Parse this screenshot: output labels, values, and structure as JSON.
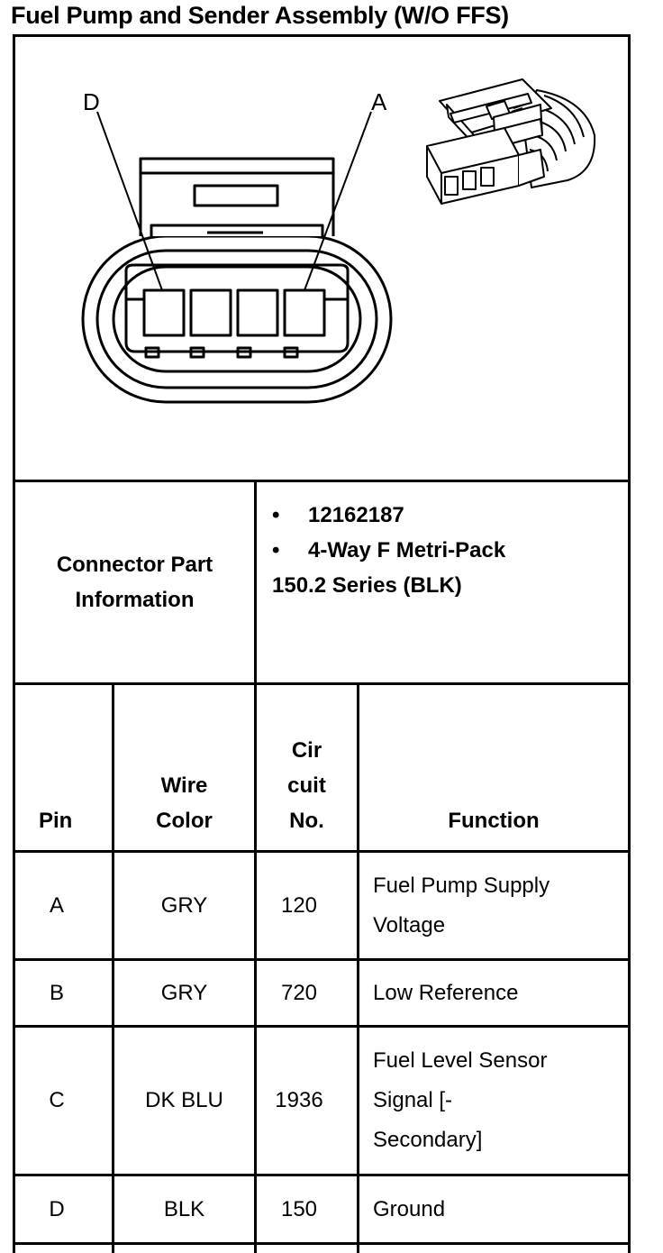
{
  "title": "Fuel Pump and Sender Assembly (W/O FFS)",
  "diagram": {
    "label_left": "D",
    "label_right": "A"
  },
  "part_info": {
    "label": "Connector Part Information",
    "items": [
      "12162187",
      "4-Way F Metri-Pack"
    ],
    "continuation": "150.2 Series (BLK)"
  },
  "table": {
    "headers": {
      "pin": "Pin",
      "wire_color_1": "Wire",
      "wire_color_2": "Color",
      "circuit_1": "Cir",
      "circuit_2": "cuit",
      "circuit_3": "No.",
      "function": "Function"
    },
    "rows": [
      {
        "pin": "A",
        "color": "GRY",
        "circuit": "120",
        "function_lines": [
          "Fuel Pump Supply",
          "Voltage"
        ]
      },
      {
        "pin": "B",
        "color": "GRY",
        "circuit": "720",
        "function_lines": [
          "Low Reference"
        ]
      },
      {
        "pin": "C",
        "color": "DK BLU",
        "circuit": "1936",
        "function_lines": [
          "Fuel Level Sensor",
          "Signal [-",
          "Secondary]"
        ]
      },
      {
        "pin": "D",
        "color": "BLK",
        "circuit": "150",
        "function_lines": [
          "Ground"
        ]
      }
    ]
  }
}
